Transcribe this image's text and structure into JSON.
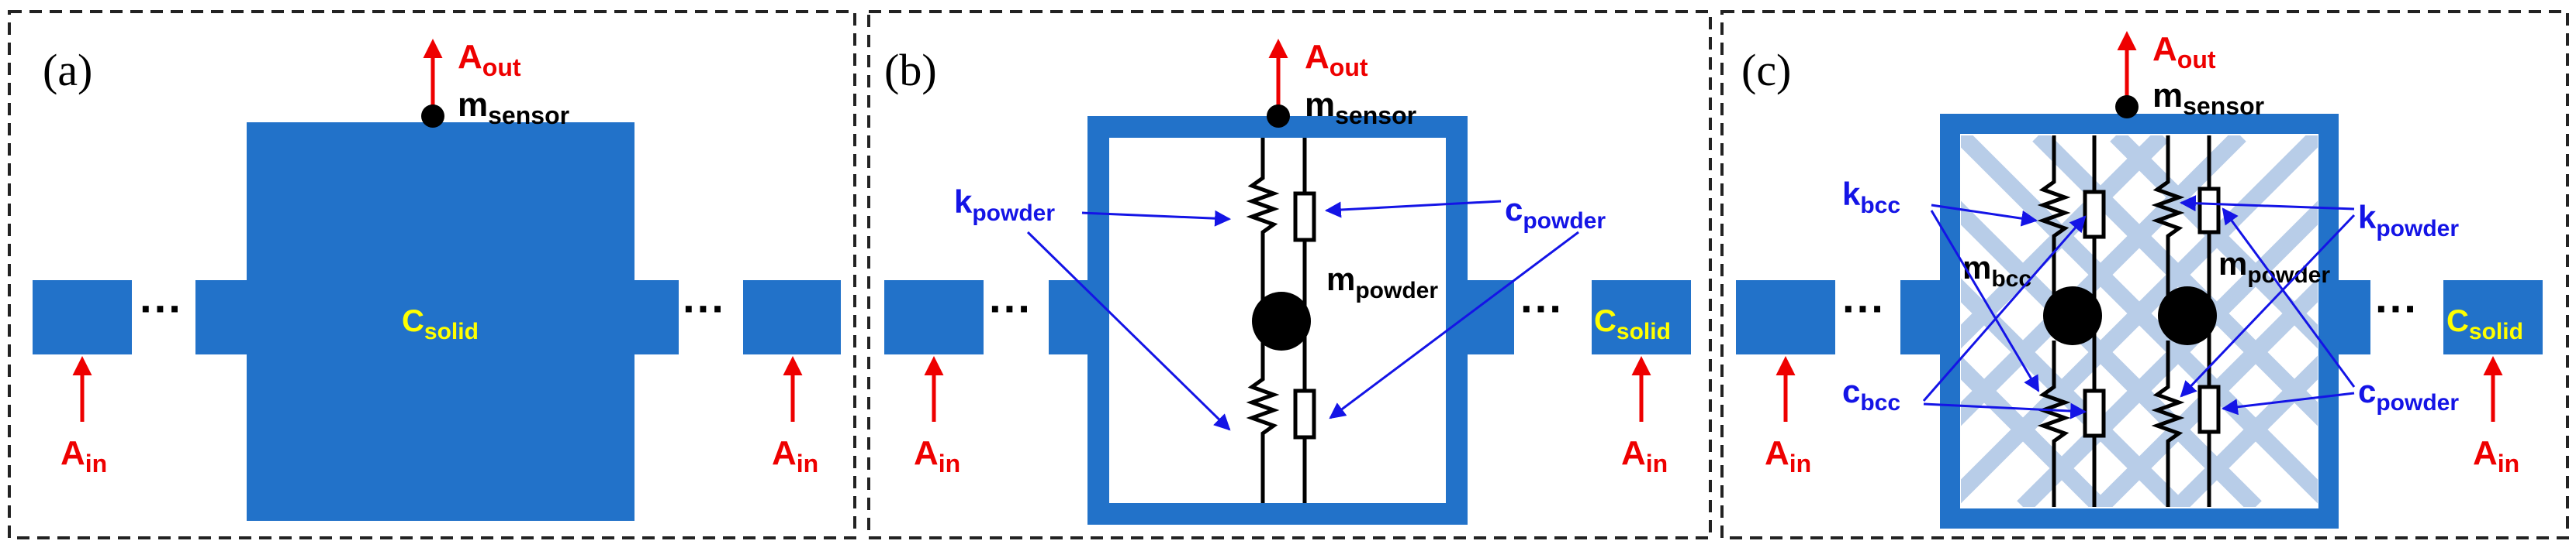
{
  "colors": {
    "blue": "#2272c9",
    "lattice": "#b8cde8",
    "red": "#ee0000",
    "label_blue": "#1414e6",
    "yellow": "#ffff00",
    "black": "#000000"
  },
  "panels": [
    {
      "label": "(a)",
      "a_out": {
        "main": "A",
        "sub": "out"
      },
      "m_sensor": {
        "main": "m",
        "sub": "sensor"
      },
      "a_in_left": {
        "main": "A",
        "sub": "in"
      },
      "a_in_right": {
        "main": "A",
        "sub": "in"
      },
      "c_solid": {
        "main": "C",
        "sub": "solid"
      },
      "ellipsis_left": "···",
      "ellipsis_right": "···"
    },
    {
      "label": "(b)",
      "a_out": {
        "main": "A",
        "sub": "out"
      },
      "m_sensor": {
        "main": "m",
        "sub": "sensor"
      },
      "a_in_left": {
        "main": "A",
        "sub": "in"
      },
      "a_in_right": {
        "main": "A",
        "sub": "in"
      },
      "c_solid": {
        "main": "C",
        "sub": "solid"
      },
      "k_powder": {
        "main": "k",
        "sub": "powder"
      },
      "c_powder": {
        "main": "c",
        "sub": "powder"
      },
      "m_powder": {
        "main": "m",
        "sub": "powder"
      },
      "ellipsis_left": "···",
      "ellipsis_right": "···"
    },
    {
      "label": "(c)",
      "a_out": {
        "main": "A",
        "sub": "out"
      },
      "m_sensor": {
        "main": "m",
        "sub": "sensor"
      },
      "a_in_left": {
        "main": "A",
        "sub": "in"
      },
      "a_in_right": {
        "main": "A",
        "sub": "in"
      },
      "c_solid": {
        "main": "C",
        "sub": "solid"
      },
      "k_bcc": {
        "main": "k",
        "sub": "bcc"
      },
      "c_bcc": {
        "main": "c",
        "sub": "bcc"
      },
      "m_bcc": {
        "main": "m",
        "sub": "bcc"
      },
      "k_powder": {
        "main": "k",
        "sub": "powder"
      },
      "c_powder": {
        "main": "c",
        "sub": "powder"
      },
      "m_powder": {
        "main": "m",
        "sub": "powder"
      },
      "ellipsis_left": "···",
      "ellipsis_right": "···"
    }
  ]
}
